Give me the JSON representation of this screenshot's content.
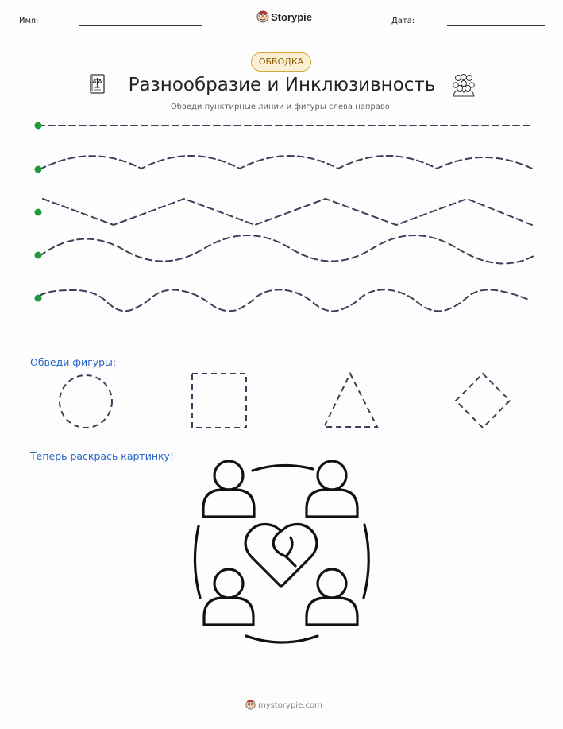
{
  "header": {
    "name_label": "Имя:",
    "brand_name": "Storypie",
    "date_label": "Дата:"
  },
  "badge": "ОБВОДКА",
  "title": "Разнообразие и Инклюзивность",
  "subtitle": "Обведи пунктирные линии и фигуры слева направо.",
  "sections": {
    "shapes_title": "Обведи фигуры:",
    "coloring_title": "Теперь раскрась картинку!"
  },
  "footer": {
    "site": "mystorypie.com"
  },
  "icons": {
    "title_left": "scales-book-icon",
    "title_right": "people-group-icon",
    "brand": "storypie-logo-icon"
  },
  "colors": {
    "dash_line": "#3a3f5a",
    "start_dot": "#1f9a3a",
    "section_text": "#2864c8",
    "badge_border": "#d4a43a",
    "badge_fill": "#fbf0d4"
  }
}
